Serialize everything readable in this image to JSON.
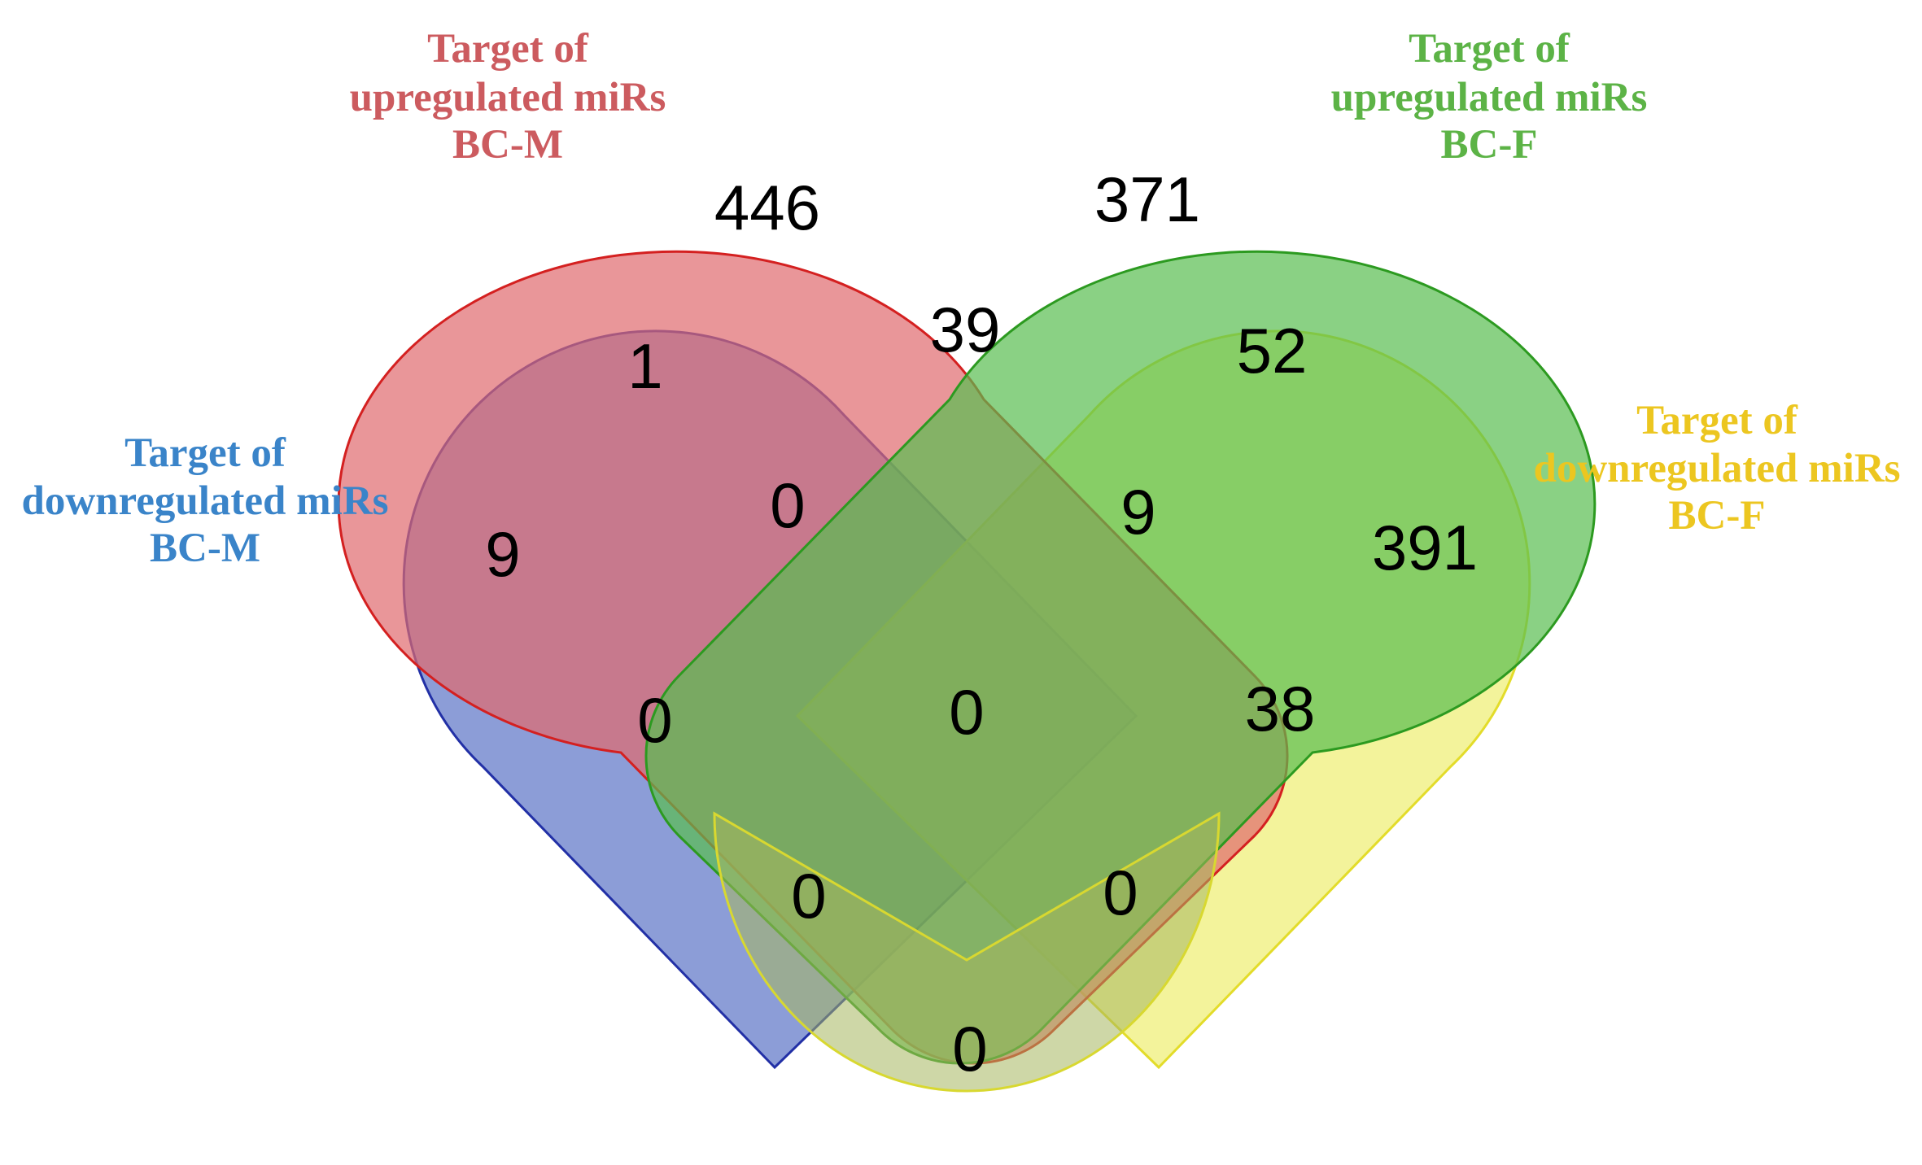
{
  "sets": [
    {
      "id": "up-bcm",
      "label_lines": [
        "Target of",
        "upregulated miRs",
        "BC-M"
      ],
      "color": "#cc5b5f",
      "fill": "#e06a6e",
      "stroke": "#d42020"
    },
    {
      "id": "up-bcf",
      "label_lines": [
        "Target of",
        "upregulated miRs",
        "BC-F"
      ],
      "color": "#5cb346",
      "fill": "#58be50",
      "stroke": "#2c9a20"
    },
    {
      "id": "down-bcm",
      "label_lines": [
        "Target of",
        "downregulated miRs",
        "BC-M"
      ],
      "color": "#3a84c9",
      "fill": "#5f77c7",
      "stroke": "#2230a6"
    },
    {
      "id": "down-bcf",
      "label_lines": [
        "Target of",
        "downregulated miRs",
        "BC-F"
      ],
      "color": "#ecc620",
      "fill": "#eeee74",
      "stroke": "#e3dc2a"
    }
  ],
  "regions": [
    {
      "id": "down-bcm-only",
      "count": "9"
    },
    {
      "id": "up-bcm-only",
      "count": "446"
    },
    {
      "id": "up-bcf-only",
      "count": "371"
    },
    {
      "id": "down-bcf-only",
      "count": "391"
    },
    {
      "id": "down-bcm-up-bcm",
      "count": "1"
    },
    {
      "id": "up-bcm-up-bcf",
      "count": "39"
    },
    {
      "id": "up-bcf-down-bcf",
      "count": "52"
    },
    {
      "id": "down-bcm-up-bcm-up-bcf",
      "count": "0"
    },
    {
      "id": "up-bcm-up-bcf-down-bcf",
      "count": "9"
    },
    {
      "id": "down-bcm-up-bcf",
      "count": "0"
    },
    {
      "id": "all-four",
      "count": "0"
    },
    {
      "id": "up-bcm-down-bcf",
      "count": "38"
    },
    {
      "id": "down-bcm-up-bcf-down-bcf",
      "count": "0"
    },
    {
      "id": "down-bcm-up-bcm-down-bcf",
      "count": "0"
    },
    {
      "id": "down-bcm-down-bcf",
      "count": "0"
    }
  ]
}
